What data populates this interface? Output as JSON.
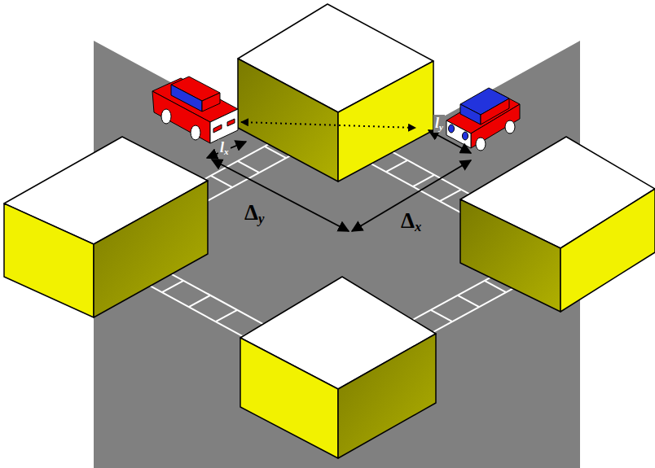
{
  "diagram": {
    "labels": [
      "lx",
      "ly",
      "Δy",
      "Δx"
    ]
  }
}
